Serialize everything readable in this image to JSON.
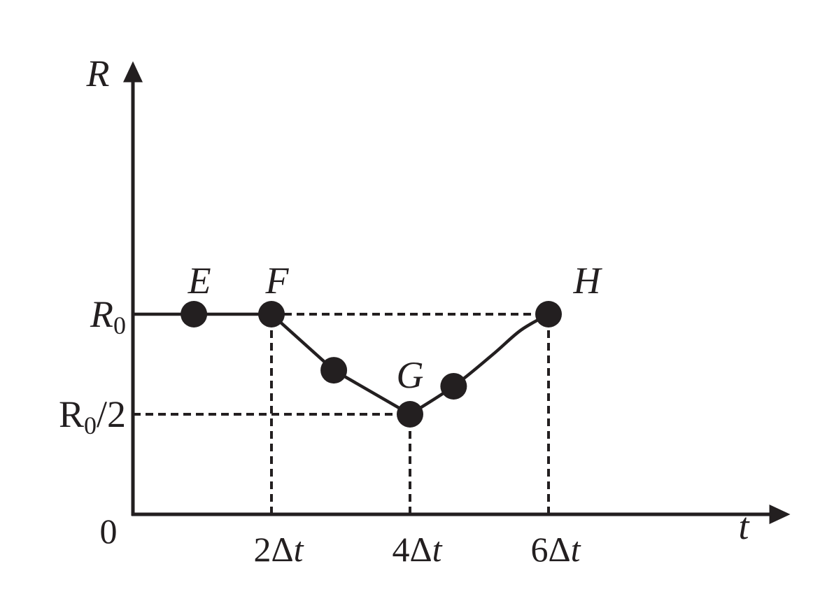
{
  "chart_data": {
    "type": "line",
    "xlabel": "t",
    "ylabel": "R",
    "origin_label": "0",
    "x_ticks": [
      {
        "value": 2,
        "label": "2Δt"
      },
      {
        "value": 4,
        "label": "4Δt"
      },
      {
        "value": 6,
        "label": "6Δt"
      }
    ],
    "y_ticks": [
      {
        "value": 1.0,
        "label": "R",
        "sub": "0",
        "suffix": "",
        "italic": true
      },
      {
        "value": 0.5,
        "label": "R",
        "sub": "0",
        "suffix": "/2",
        "italic": false
      }
    ],
    "xlim": [
      0,
      9.45
    ],
    "ylim": [
      0,
      2.25
    ],
    "grid": false,
    "series": [
      {
        "points": [
          {
            "x": 0,
            "y": 1.0
          },
          {
            "x": 0.88,
            "y": 1.0
          },
          {
            "x": 2,
            "y": 1.0
          },
          {
            "x": 2.9,
            "y": 0.72
          },
          {
            "x": 4,
            "y": 0.5
          },
          {
            "x": 4.63,
            "y": 0.64
          },
          {
            "x": 5.2,
            "y": 0.8
          },
          {
            "x": 5.6,
            "y": 0.92
          },
          {
            "x": 6,
            "y": 1.0
          }
        ]
      }
    ],
    "markers": [
      {
        "x": 0.88,
        "y": 1.0,
        "label": "E"
      },
      {
        "x": 2,
        "y": 1.0,
        "label": "F"
      },
      {
        "x": 2.9,
        "y": 0.72,
        "label": ""
      },
      {
        "x": 4,
        "y": 0.5,
        "label": "G"
      },
      {
        "x": 4.63,
        "y": 0.64,
        "label": ""
      },
      {
        "x": 6,
        "y": 1.0,
        "label": "H"
      }
    ],
    "guides": [
      {
        "from": {
          "x": 2,
          "y": 1.0
        },
        "to": {
          "x": 6,
          "y": 1.0
        }
      },
      {
        "from": {
          "x": 2,
          "y": 0
        },
        "to": {
          "x": 2,
          "y": 1.0
        }
      },
      {
        "from": {
          "x": 0,
          "y": 0.5
        },
        "to": {
          "x": 4,
          "y": 0.5
        }
      },
      {
        "from": {
          "x": 4,
          "y": 0
        },
        "to": {
          "x": 4,
          "y": 0.5
        }
      },
      {
        "from": {
          "x": 6,
          "y": 0
        },
        "to": {
          "x": 6,
          "y": 1.0
        }
      }
    ]
  }
}
